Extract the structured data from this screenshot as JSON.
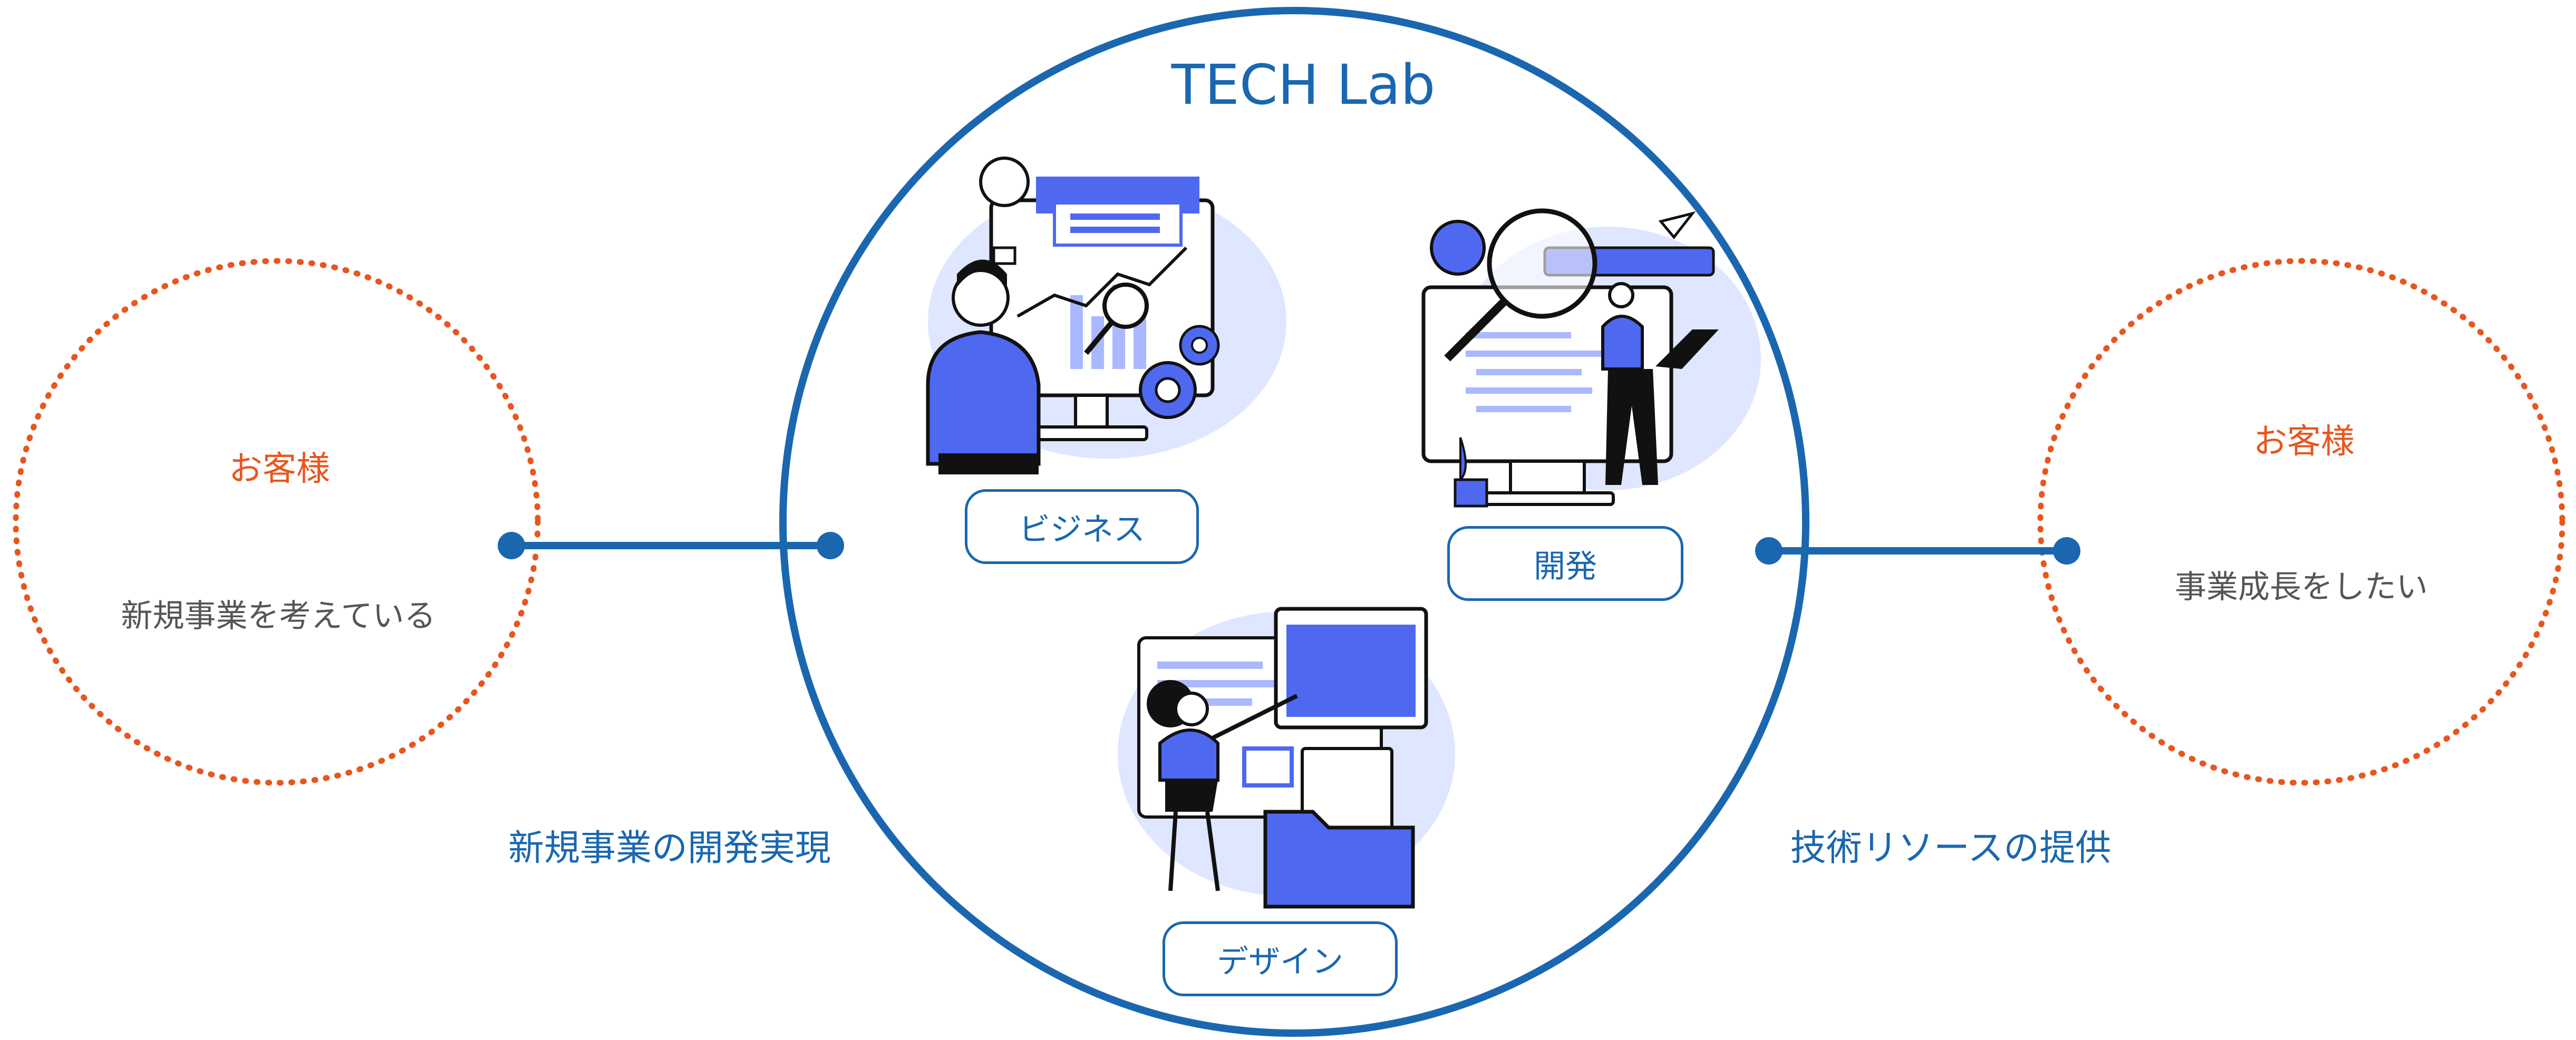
{
  "center": {
    "title": "TECH Lab"
  },
  "left_customer": {
    "title": "お客様",
    "description": "新規事業を考えている"
  },
  "right_customer": {
    "title": "お客様",
    "description": "事業成長をしたい"
  },
  "connectors": {
    "left_label": "新規事業の開発実現",
    "right_label": "技術リソースの提供"
  },
  "areas": [
    {
      "label": "ビジネス",
      "icon": "business-analytics-illustration"
    },
    {
      "label": "開発",
      "icon": "development-laptop-illustration"
    },
    {
      "label": "デザイン",
      "icon": "design-board-illustration"
    }
  ],
  "colors": {
    "primary": "#1a67b0",
    "accent": "#e8561e",
    "illustration": "#4e68f0"
  }
}
